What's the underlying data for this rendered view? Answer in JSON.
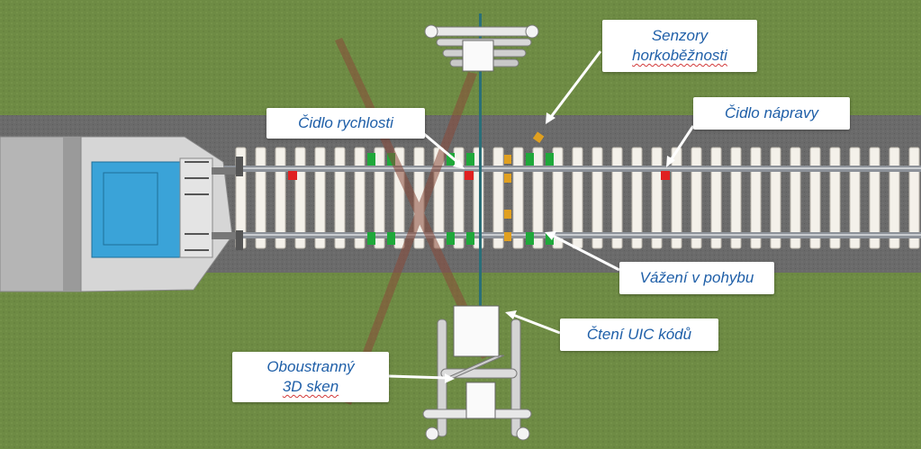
{
  "labels": {
    "hotbox": [
      "Senzory",
      "horkoběžnosti"
    ],
    "speed": "Čidlo rychlosti",
    "axle": "Čidlo nápravy",
    "weighing": "Vážení v pohybu",
    "uic": "Čtení UIC kódů",
    "scan": [
      "Oboustranný",
      "3D sken"
    ]
  },
  "colors": {
    "grass": "#6f8c45",
    "ballast": "#6b6b6b",
    "sleeper": "#f4f1ea",
    "rail": "#8a8f96",
    "weigh_sensor": "#1fa83a",
    "speed_sensor": "#e02020",
    "hotbox_sensor": "#e0a020",
    "loco_body": "#b8b8b8",
    "loco_cab": "#3aa3d8",
    "callout_text": "#1f5fa8"
  },
  "icons": {
    "locomotive": "locomotive-icon",
    "scanner_top": "scanner-gantry-icon",
    "scanner_bottom": "scanner-gantry-icon"
  }
}
